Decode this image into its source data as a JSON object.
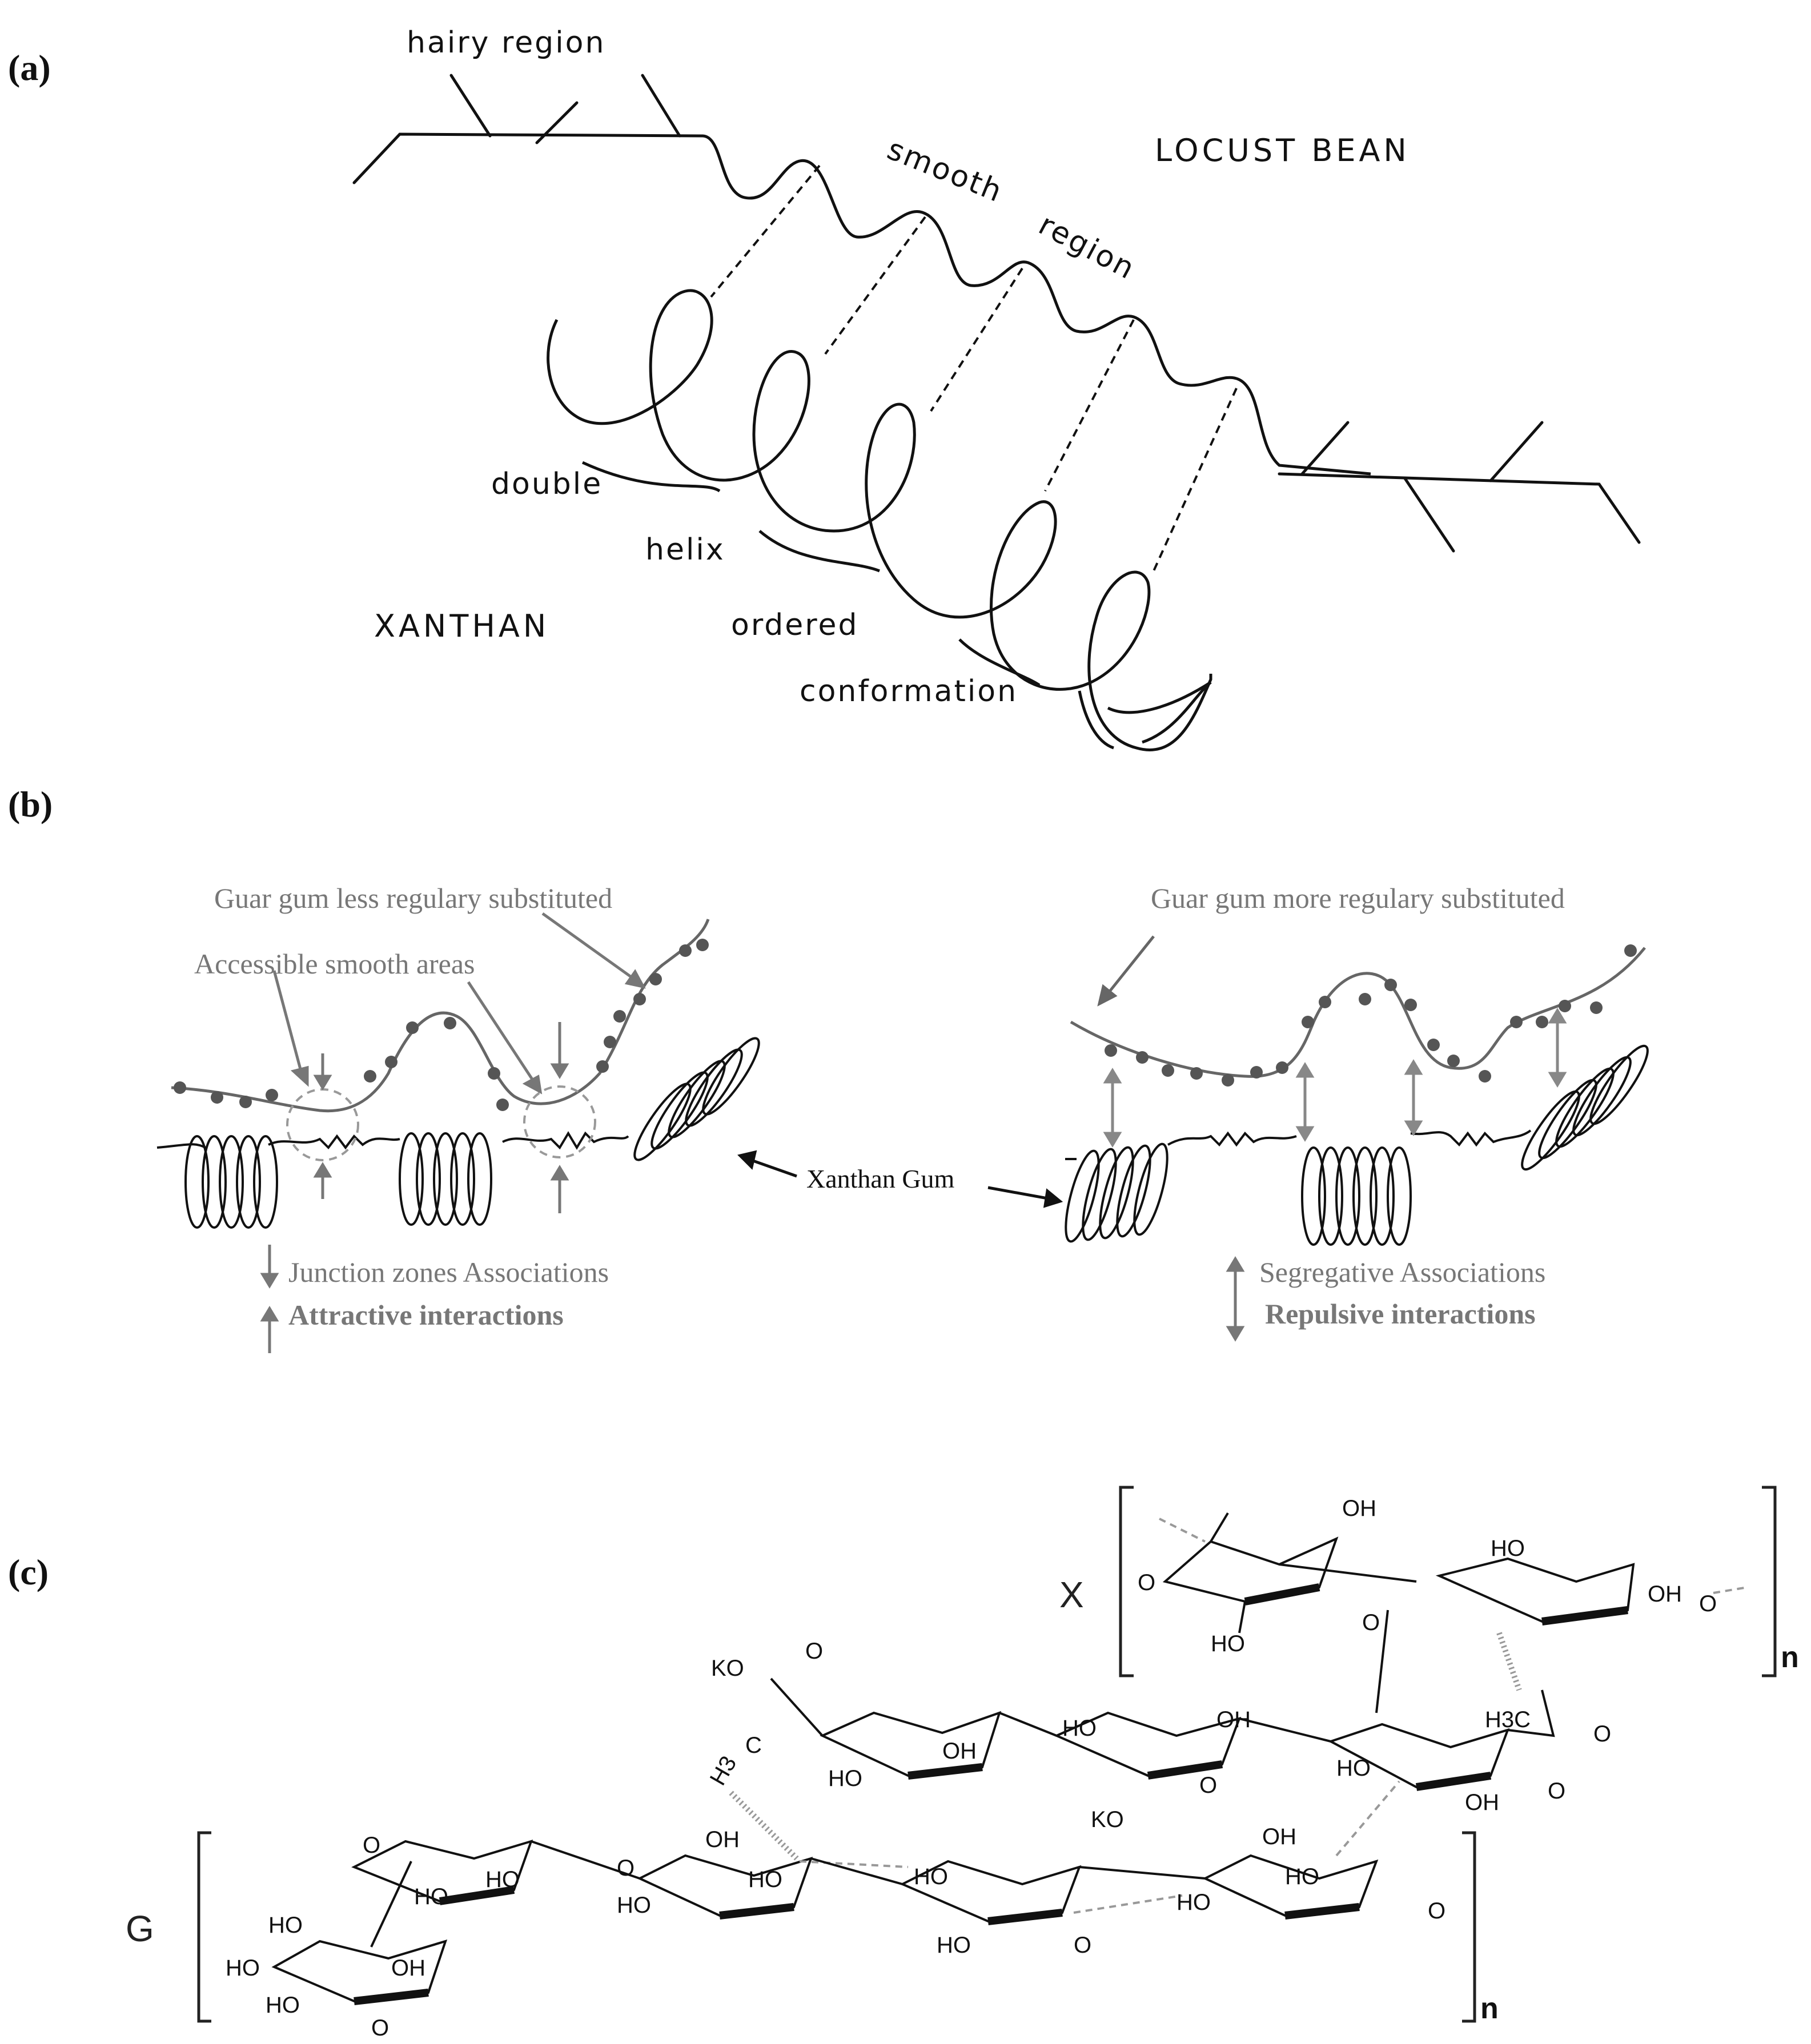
{
  "panels": {
    "a": {
      "label": "(a)",
      "texts": {
        "hairy_region": "hairy region",
        "smooth": "smooth",
        "region": "region",
        "locust_bean": "LOCUST BEAN",
        "double": "double",
        "helix": "helix",
        "xanthan": "XANTHAN",
        "ordered": "ordered",
        "conformation": "conformation"
      }
    },
    "b": {
      "label": "(b)",
      "texts": {
        "guar_less": "Guar gum less regulary substituted",
        "accessible": "Accessible smooth areas",
        "guar_more": "Guar gum more regulary substituted",
        "xanthan_gum": "Xanthan Gum",
        "junction": "Junction zones Associations",
        "attractive": "Attractive interactions",
        "segregative": "Segregative Associations",
        "repulsive": "Repulsive interactions"
      },
      "colors": {
        "gray": "#777777",
        "dot": "#555555",
        "dashed": "#999999"
      }
    },
    "c": {
      "label": "(c)",
      "texts": {
        "X": "X",
        "G": "G",
        "n_top": "n",
        "n_bottom": "n",
        "OH": "OH",
        "HO": "HO",
        "O": "O",
        "KO": "KO",
        "H3C": "H3C",
        "H3": "H3",
        "C": "C"
      }
    }
  }
}
